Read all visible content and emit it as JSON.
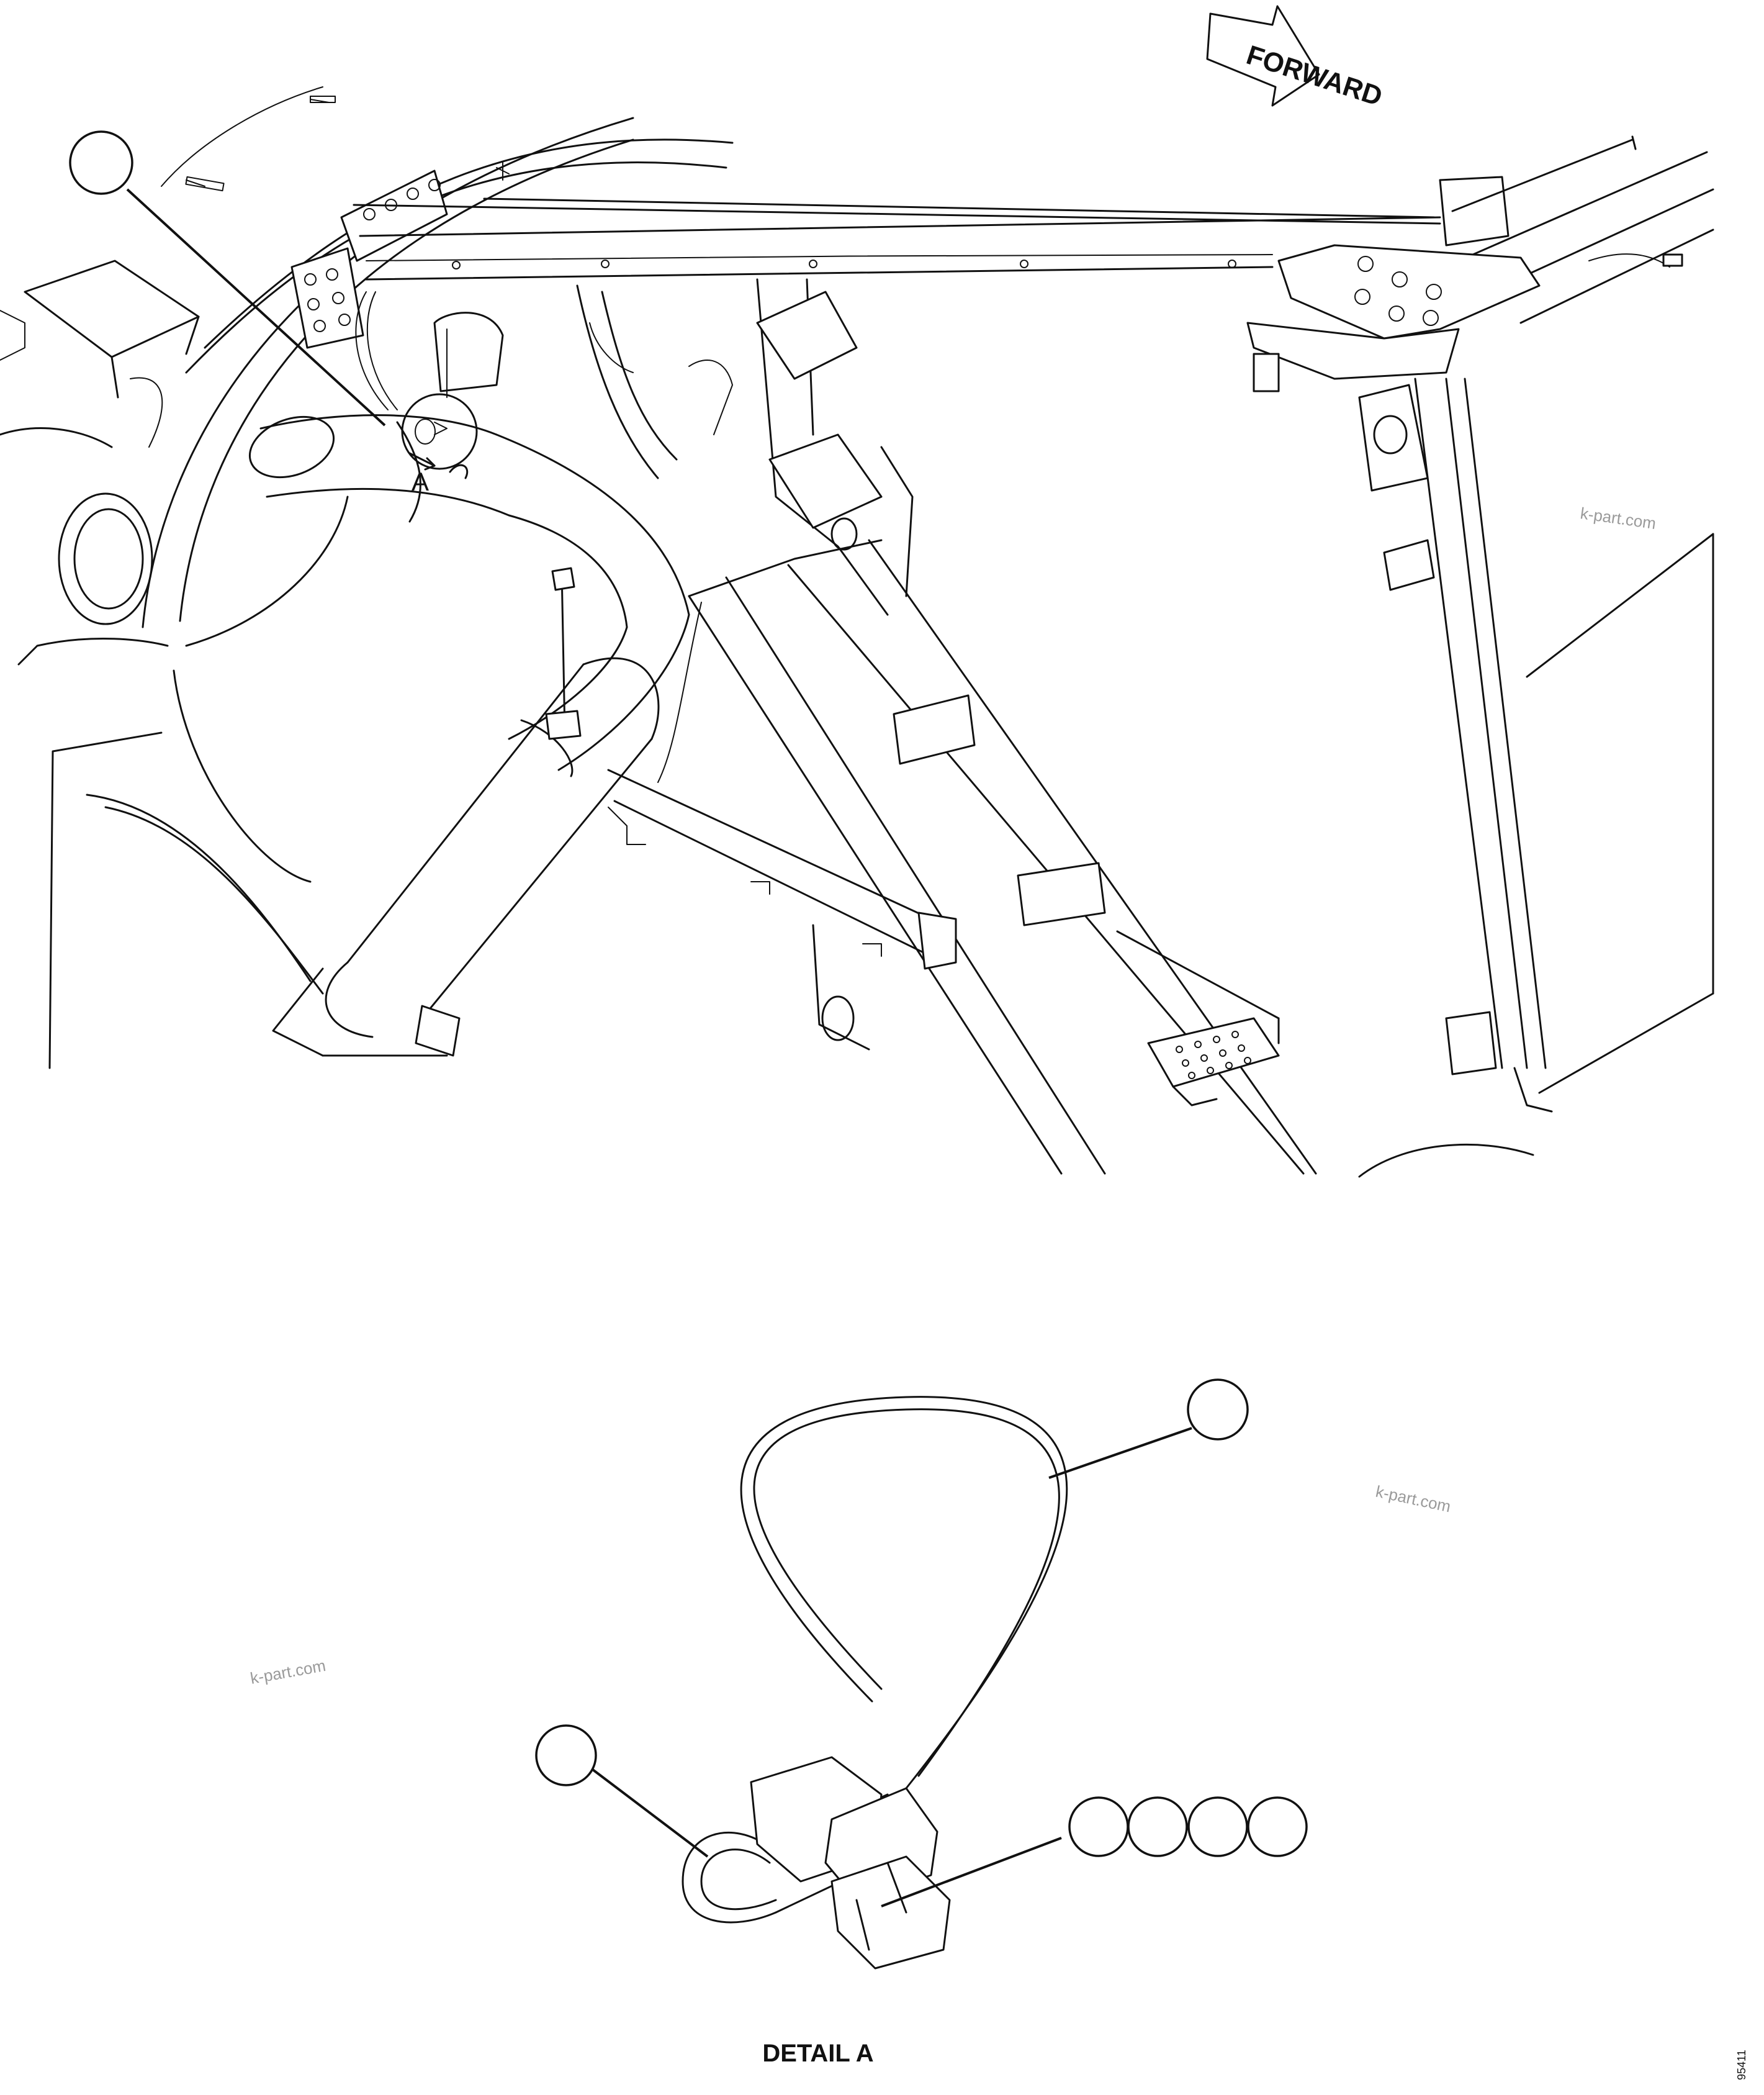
{
  "forward_label": "FORWARD",
  "detail_marker": "A",
  "detail_caption": "DETAIL A",
  "drawing_number": "95411",
  "watermarks": [
    "k-part.com",
    "k-part.com",
    "k-part.com"
  ],
  "callouts": {
    "main_view": [
      ""
    ],
    "detail_a": [
      "",
      "",
      "",
      "",
      "",
      ""
    ]
  }
}
